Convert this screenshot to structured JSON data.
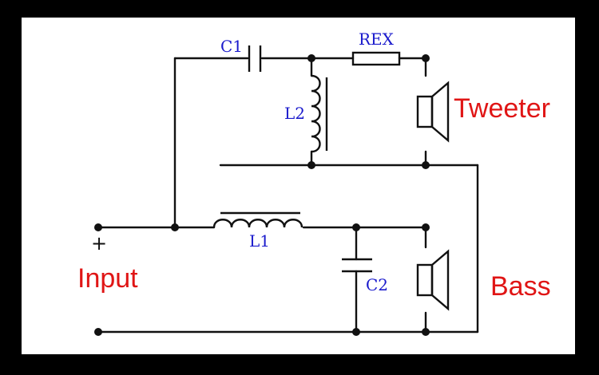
{
  "labels": {
    "c1": "C1",
    "rex": "REX",
    "l2": "L2",
    "l1": "L1",
    "c2": "C2",
    "plus": "+",
    "input": "Input",
    "tweeter": "Tweeter",
    "bass": "Bass"
  },
  "colors": {
    "component_label": "#1a1acc",
    "terminal_label": "#e01515",
    "wire": "#111111",
    "frame": "#000000",
    "background": "#ffffff"
  }
}
